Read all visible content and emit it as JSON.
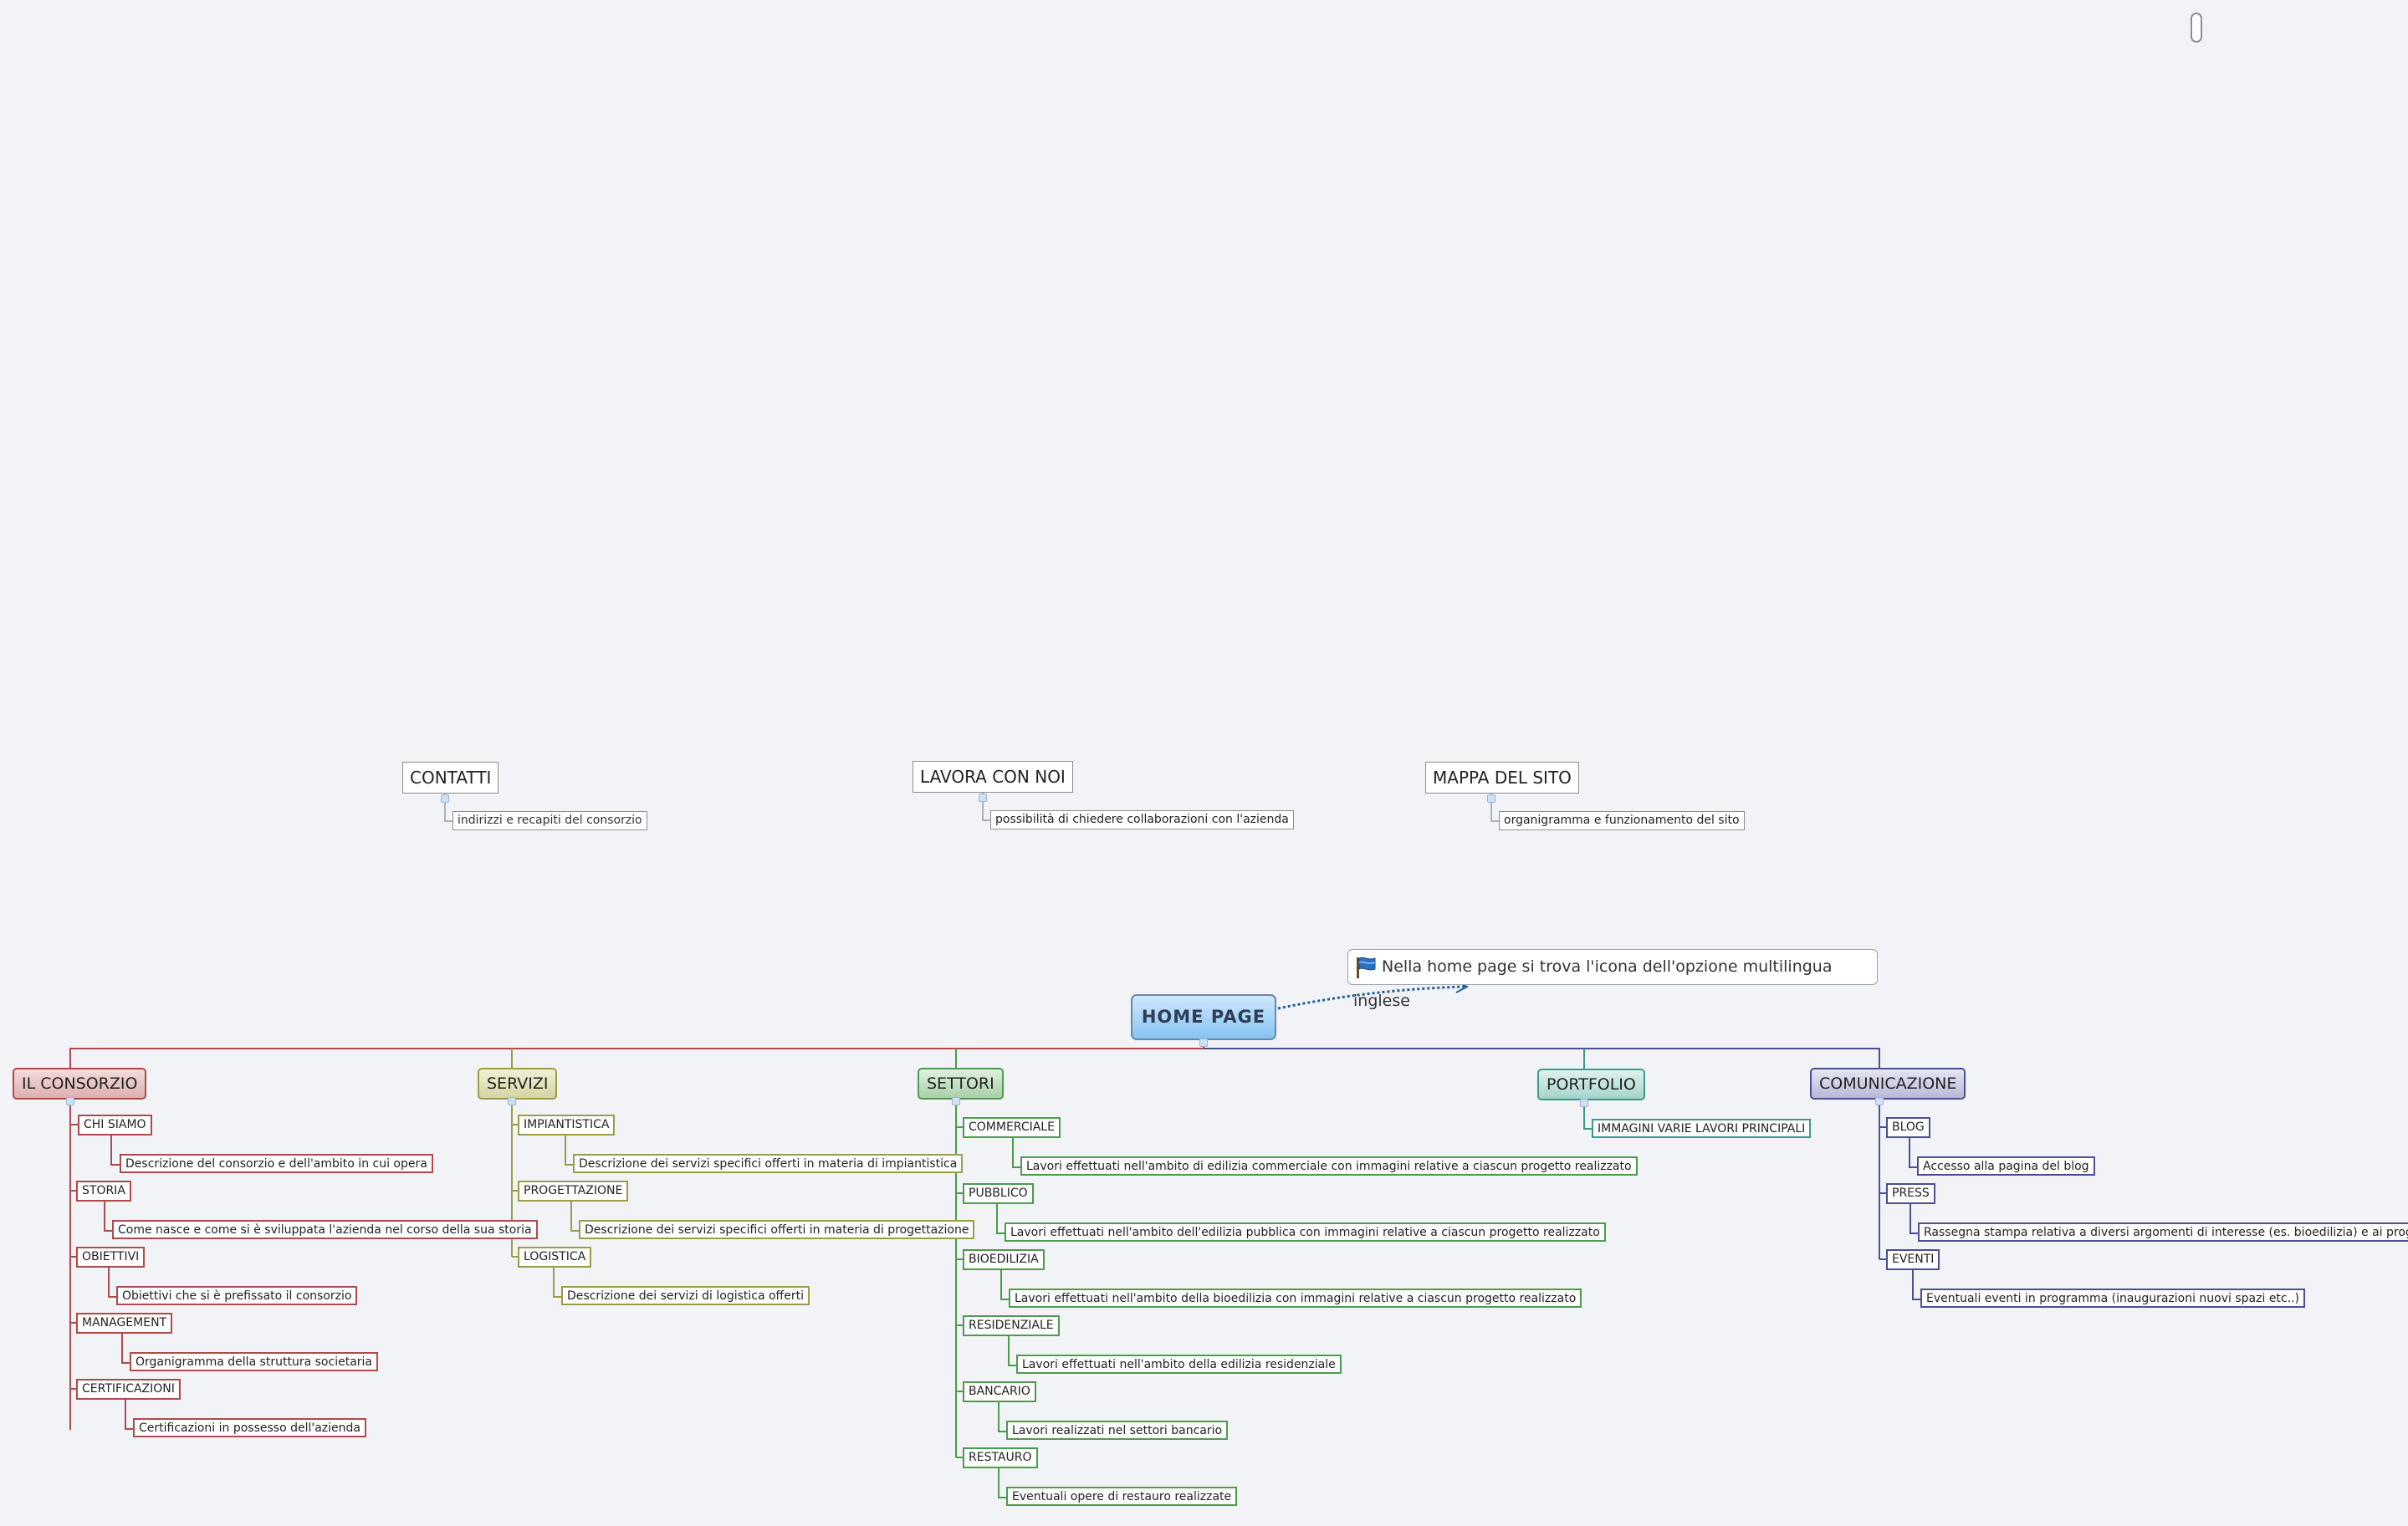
{
  "colors": {
    "consorzio": "#b04a4a",
    "servizi": "#9c9c48",
    "settori": "#4e9a4e",
    "portfolio": "#3d9a8a",
    "comunicazione": "#4b4e92",
    "root_fill": "#86c3f2",
    "note_arrow": "#1f5e9a"
  },
  "root": {
    "label": "HOME PAGE"
  },
  "note": {
    "icon": "flag-icon",
    "text": "Nella home page si trova l'icona dell'opzione multilingua inglese"
  },
  "floating": [
    {
      "label": "CONTATTI",
      "desc": "indirizzi e recapiti del consorzio"
    },
    {
      "label": "LAVORA CON NOI",
      "desc": "possibilità di chiedere collaborazioni con l'azienda"
    },
    {
      "label": "MAPPA DEL SITO",
      "desc": "organigramma e funzionamento del sito"
    }
  ],
  "branches": [
    {
      "label": "IL CONSORZIO",
      "children": [
        {
          "label": "CHI SIAMO",
          "desc": "Descrizione del consorzio e dell'ambito in cui opera"
        },
        {
          "label": "STORIA",
          "desc": "Come nasce e come si è sviluppata l'azienda nel corso della sua storia"
        },
        {
          "label": "OBIETTIVI",
          "desc": "Obiettivi che si è prefissato il consorzio"
        },
        {
          "label": "MANAGEMENT",
          "desc": "Organigramma della struttura societaria"
        },
        {
          "label": "CERTIFICAZIONI",
          "desc": "Certificazioni in possesso dell'azienda"
        }
      ]
    },
    {
      "label": "SERVIZI",
      "children": [
        {
          "label": "IMPIANTISTICA",
          "desc": "Descrizione dei servizi specifici offerti in materia di impiantistica"
        },
        {
          "label": "PROGETTAZIONE",
          "desc": "Descrizione dei servizi specifici offerti in materia di progettazione"
        },
        {
          "label": "LOGISTICA",
          "desc": "Descrizione dei servizi di logistica offerti"
        }
      ]
    },
    {
      "label": "SETTORI",
      "children": [
        {
          "label": "COMMERCIALE",
          "desc": "Lavori  effettuati nell'ambito di edilizia commerciale con immagini relative a ciascun progetto realizzato"
        },
        {
          "label": "PUBBLICO",
          "desc": "Lavori effettuati nell'ambito dell'edilizia pubblica con immagini relative a ciascun progetto realizzato"
        },
        {
          "label": "BIOEDILIZIA",
          "desc": "Lavori effettuati nell'ambito della bioedilizia con immagini relative a ciascun progetto realizzato"
        },
        {
          "label": "RESIDENZIALE",
          "desc": "Lavori effettuati nell'ambito della edilizia residenziale"
        },
        {
          "label": "BANCARIO",
          "desc": "Lavori realizzati nel settori bancario"
        },
        {
          "label": "RESTAURO",
          "desc": "Eventuali opere di restauro  realizzate"
        }
      ]
    },
    {
      "label": "PORTFOLIO",
      "children": [
        {
          "label": "IMMAGINI VARIE LAVORI PRINCIPALI"
        }
      ]
    },
    {
      "label": "COMUNICAZIONE",
      "children": [
        {
          "label": "BLOG",
          "desc": "Accesso alla pagina del blog"
        },
        {
          "label": "PRESS",
          "desc": "Rassegna stampa relativa a diversi argomenti di interesse (es. bioedilizia) e ai progetti realizzati"
        },
        {
          "label": "EVENTI",
          "desc": "Eventuali eventi in programma (inaugurazioni nuovi spazi etc..)"
        }
      ]
    }
  ]
}
